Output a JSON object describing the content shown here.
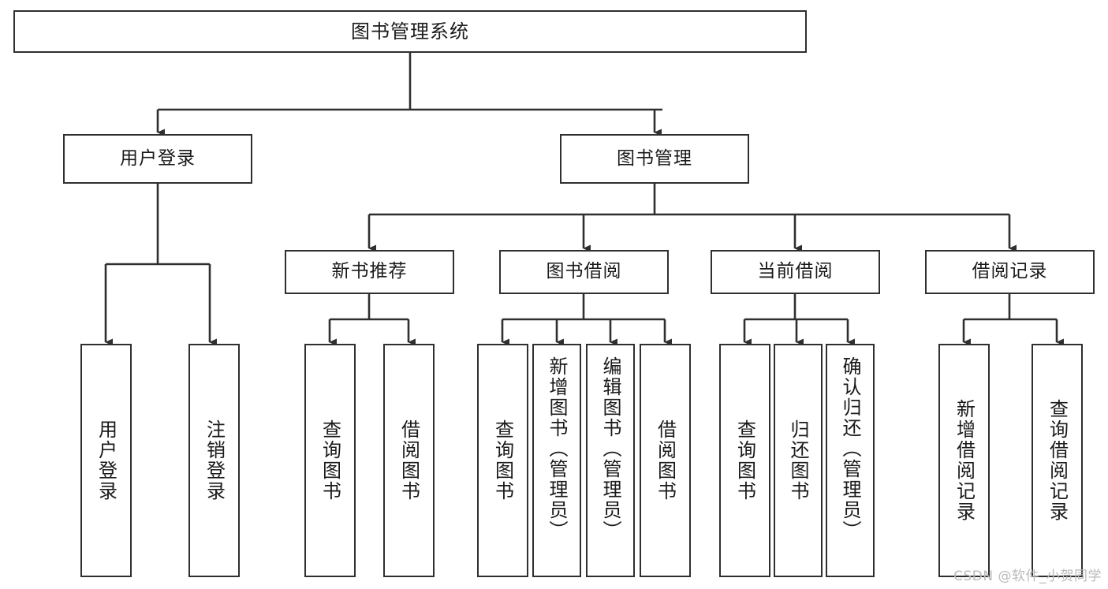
{
  "diagram": {
    "title": "图书管理系统",
    "type": "tree-hierarchy",
    "orientation": "top-down",
    "stroke_color": "#2f2f2f",
    "fill_color": "#ffffff",
    "text_color": "#1a1a1a"
  },
  "nodes": {
    "root": {
      "label": "图书管理系统"
    },
    "level2": [
      {
        "label": "用户登录"
      },
      {
        "label": "图书管理"
      }
    ],
    "level3": [
      {
        "label": "新书推荐"
      },
      {
        "label": "图书借阅"
      },
      {
        "label": "当前借阅"
      },
      {
        "label": "借阅记录"
      }
    ],
    "leaves_user_login": [
      {
        "label": "用户登录"
      },
      {
        "label": "注销登录"
      }
    ],
    "leaves_new_book": [
      {
        "label": "查询图书"
      },
      {
        "label": "借阅图书"
      }
    ],
    "leaves_borrow": [
      {
        "label": "查询图书"
      },
      {
        "label": "新增图书（管理员）"
      },
      {
        "label": "编辑图书（管理员）"
      },
      {
        "label": "借阅图书"
      }
    ],
    "leaves_current": [
      {
        "label": "查询图书"
      },
      {
        "label": "归还图书"
      },
      {
        "label": "确认归还（管理员）"
      }
    ],
    "leaves_record": [
      {
        "label": "新增借阅记录"
      },
      {
        "label": "查询借阅记录"
      }
    ]
  },
  "watermark": {
    "text": "CSDN @软件_小贺同学"
  }
}
